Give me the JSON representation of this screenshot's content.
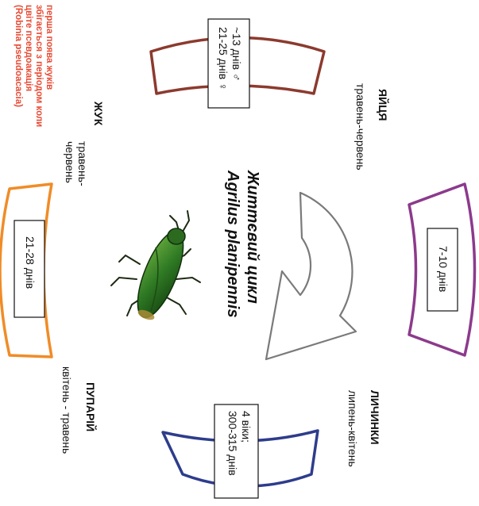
{
  "title": {
    "line1": "Життєвий цикл",
    "line2": "Agrilus planipennis"
  },
  "stages": {
    "egg": {
      "name": "ЯЙЦЯ",
      "period": "травень-червень",
      "duration": "7-10 днів",
      "color": "#8c3a8c"
    },
    "larva": {
      "name": "ЛИЧИНКИ",
      "period": "липень-квітень",
      "duration": "4 віки;\n300-315 днів",
      "color": "#2e3c8c"
    },
    "pupa": {
      "name": "ПУПАРІЙ",
      "period": "квітень - травень",
      "duration": "21-28 днів",
      "color": "#f08c28"
    },
    "adult": {
      "name": "ЖУК",
      "period": "травень-\nчервень",
      "duration": "~13 днів ♂\n21-25 днів ♀",
      "color": "#8c3a2e"
    }
  },
  "note": "перша поява жуків\nзбігається з періодом коли\nцвіте псевдоакація\n(Robinia pseudoacacia)",
  "icons": {
    "arrow": "cycle-arrow-icon",
    "beetle": "emerald-ash-borer-beetle-icon"
  }
}
